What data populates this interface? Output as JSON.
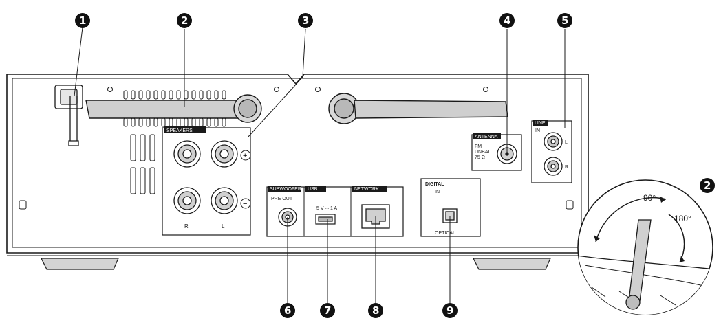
{
  "callouts": [
    "1",
    "2",
    "3",
    "4",
    "5",
    "6",
    "7",
    "8",
    "9"
  ],
  "inset_callout": "2",
  "panel": {
    "speakers": {
      "title": "SPEAKERS",
      "right": "R",
      "left": "L",
      "plus": "+",
      "minus": "−"
    },
    "antenna": {
      "title": "ANTENNA",
      "line1": "FM",
      "line2": "UNBAL",
      "line3": "75 Ω"
    },
    "line": {
      "title": "LINE",
      "in": "IN",
      "left": "L",
      "right": "R"
    },
    "subwoofer": {
      "title": "SUBWOOFER",
      "sub": "PRE OUT"
    },
    "usb": {
      "title": "USB",
      "rating": "5 V ⎓ 1 A"
    },
    "network": {
      "title": "NETWORK"
    },
    "digital": {
      "title": "DIGITAL",
      "in": "IN",
      "optical": "OPTICAL"
    }
  },
  "inset": {
    "angle1": "90°",
    "angle2": "180°"
  },
  "colors": {
    "ink": "#1a1a1a",
    "panel": "#ffffff",
    "grey": "#9a9a9a",
    "badge": "#111111"
  }
}
